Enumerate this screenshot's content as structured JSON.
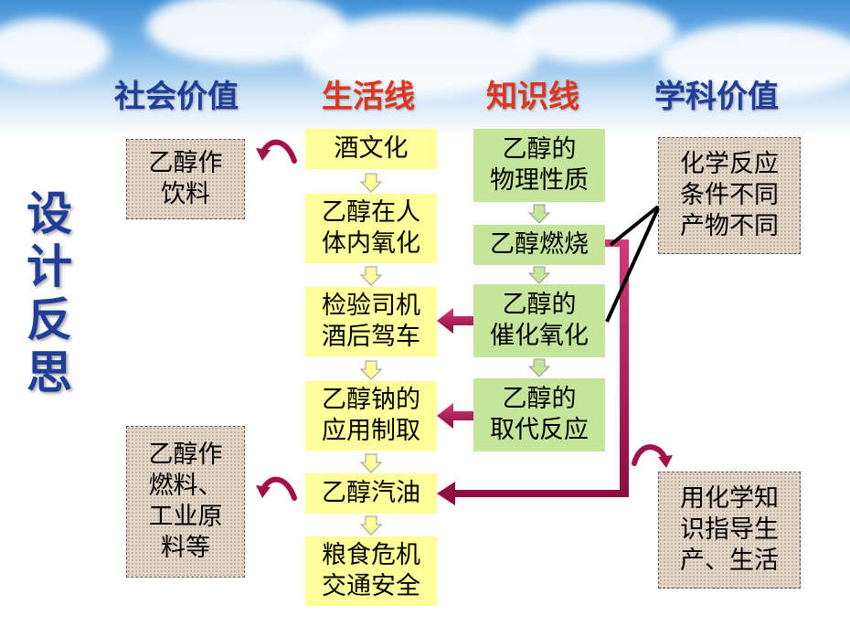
{
  "headers": {
    "social_value": "社会价值",
    "life_line": "生活线",
    "knowledge_line": "知识线",
    "subject_value": "学科价值"
  },
  "vertical_title": [
    "设",
    "计",
    "反",
    "思"
  ],
  "life_boxes": [
    [
      "酒文化"
    ],
    [
      "乙醇在人",
      "体内氧化"
    ],
    [
      "检验司机",
      "酒后驾车"
    ],
    [
      "乙醇钠的",
      "应用制取"
    ],
    [
      "乙醇汽油"
    ],
    [
      "粮食危机",
      "交通安全"
    ]
  ],
  "knowledge_boxes": [
    [
      "乙醇的",
      "物理性质"
    ],
    [
      "乙醇燃烧"
    ],
    [
      "乙醇的",
      "催化氧化"
    ],
    [
      "乙醇的",
      "取代反应"
    ]
  ],
  "social_boxes": [
    [
      "乙醇作",
      "饮料"
    ],
    [
      "乙醇作",
      "燃料、",
      "工业原",
      "料等"
    ]
  ],
  "subject_boxes": [
    [
      "化学反应",
      "条件不同",
      "产物不同"
    ],
    [
      "用化学知",
      "识指导生",
      "产、生活"
    ]
  ],
  "colors": {
    "header_blue": "#1f3d99",
    "header_red": "#e0341c",
    "title_blue": "#1f3d99",
    "life_box": "#ffff99",
    "knowledge_box": "#c4e59a",
    "arrow_magenta": "#b0124e"
  }
}
